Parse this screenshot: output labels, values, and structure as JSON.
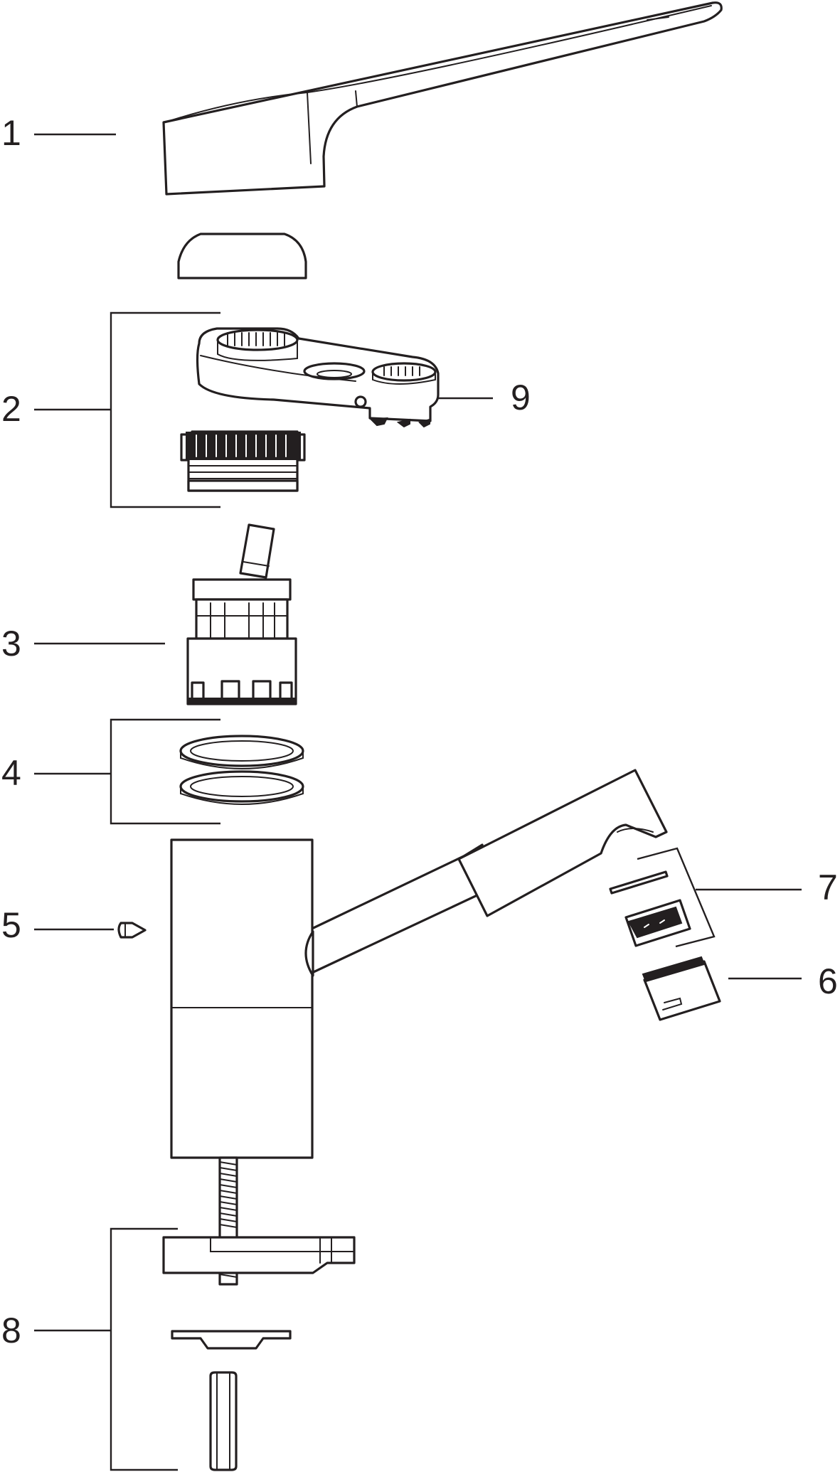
{
  "callouts": {
    "c1": "1",
    "c2": "2",
    "c3": "3",
    "c4": "4",
    "c5": "5",
    "c6": "6",
    "c7": "7",
    "c8": "8",
    "c9": "9"
  },
  "colors": {
    "line": "#231f20",
    "background": "#ffffff"
  }
}
